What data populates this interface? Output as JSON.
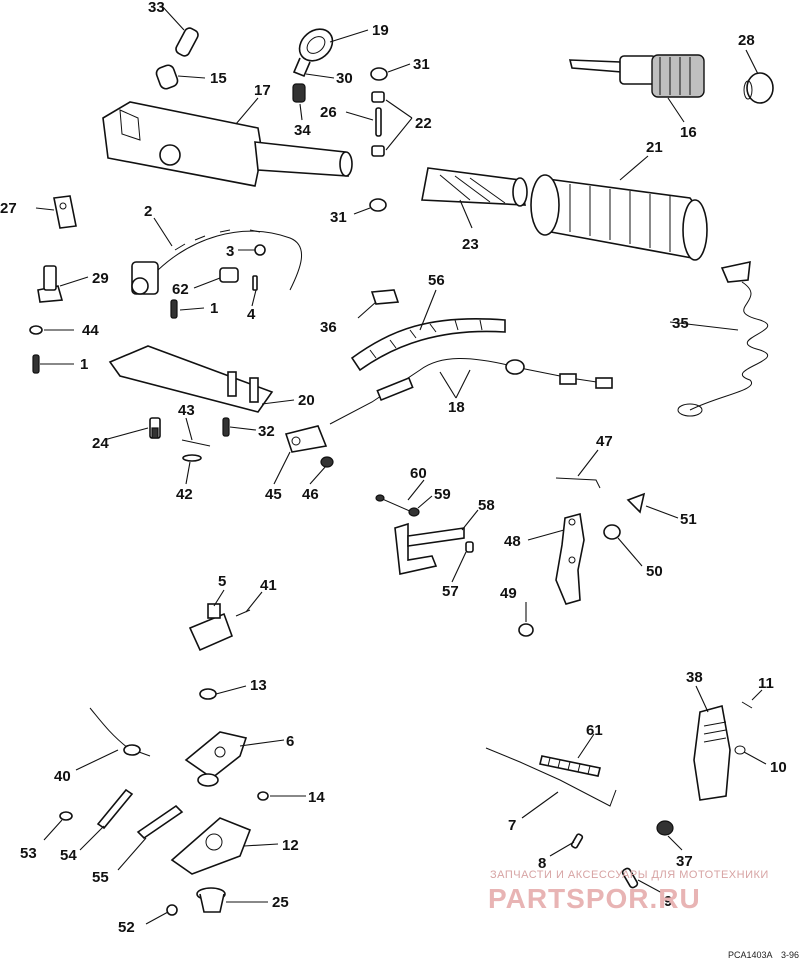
{
  "labels": {
    "l33": "33",
    "l19": "19",
    "l15": "15",
    "l30": "30",
    "l31a": "31",
    "l17": "17",
    "l26": "26",
    "l22": "22",
    "l34": "34",
    "l28": "28",
    "l16": "16",
    "l21": "21",
    "l27": "27",
    "l2": "2",
    "l31b": "31",
    "l23": "23",
    "l3": "3",
    "l29": "29",
    "l62": "62",
    "l1a": "1",
    "l4": "4",
    "l56": "56",
    "l36": "36",
    "l35": "35",
    "l44": "44",
    "l1b": "1",
    "l20": "20",
    "l18": "18",
    "l43": "43",
    "l24": "24",
    "l32": "32",
    "l42": "42",
    "l45": "45",
    "l46": "46",
    "l47": "47",
    "l60": "60",
    "l59": "59",
    "l58": "58",
    "l48": "48",
    "l51": "51",
    "l50": "50",
    "l57": "57",
    "l49": "49",
    "l5": "5",
    "l41": "41",
    "l13": "13",
    "l38": "38",
    "l11": "11",
    "l6": "6",
    "l40": "40",
    "l61": "61",
    "l10": "10",
    "l14": "14",
    "l53": "53",
    "l54": "54",
    "l12": "12",
    "l7": "7",
    "l55": "55",
    "l8": "8",
    "l37": "37",
    "l9": "9",
    "l25": "25",
    "l52": "52"
  },
  "watermark": {
    "line1": "ЗАПЧАСТИ И АКСЕССУАРЫ ДЛЯ МОТОТЕХНИКИ",
    "line2": "PARTSPOR.RU"
  },
  "footer": {
    "code": "PCA1403A",
    "page": "3-96"
  }
}
